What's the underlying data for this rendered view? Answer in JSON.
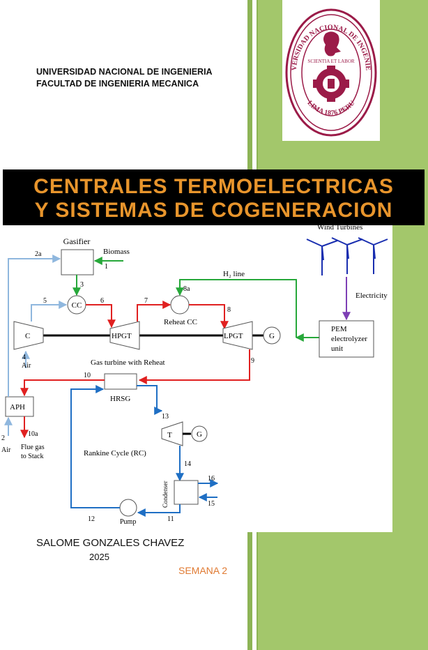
{
  "header": {
    "university": "UNIVERSIDAD NACIONAL DE INGENIERIA",
    "faculty": "FACULTAD DE INGENIERIA MECANICA"
  },
  "logo": {
    "ring_top": "UNIVERSIDAD NACIONAL DE INGENIERIA",
    "ring_bottom": "LIMA 1876 PERU",
    "motto": "SCIENTIA ET LABOR",
    "color": "#9b1b48"
  },
  "title": {
    "line1": "CENTRALES TERMOELECTRICAS",
    "line2": "Y SISTEMAS DE COGENERACION",
    "color": "#e8952c"
  },
  "diagram": {
    "gasifier": "Gasifier",
    "biomass": "Biomass",
    "wind_turbines": "Wind Turbines",
    "h2_line": "H₂ line",
    "electricity": "Electricity",
    "pem_line1": "PEM",
    "pem_line2": "electrolyzer",
    "pem_line3": "unit",
    "cc": "CC",
    "reheat_cc": "Reheat CC",
    "compressor": "C",
    "hpgt": "HPGT",
    "lpgt": "LPGT",
    "generator": "G",
    "air": "Air",
    "gas_turbine_reheat": "Gas turbine with Reheat",
    "aph": "APH",
    "hrsg": "HRSG",
    "flue_gas_line1": "Flue gas",
    "flue_gas_line2": "to Stack",
    "turbine": "T",
    "rankine": "Rankine Cycle (RC)",
    "condenser": "Condenser",
    "pump": "Pump",
    "streams": {
      "s1": "1",
      "s2": "2",
      "s2a": "2a",
      "s3": "3",
      "s4": "4",
      "s5": "5",
      "s6": "6",
      "s7": "7",
      "s8": "8",
      "s8a": "8a",
      "s9": "9",
      "s10": "10",
      "s10a": "10a",
      "s11": "11",
      "s12": "12",
      "s13": "13",
      "s14": "14",
      "s15": "15",
      "s16": "16"
    }
  },
  "footer": {
    "author": "SALOME GONZALES CHAVEZ",
    "year": "2025",
    "week": "SEMANA 2"
  }
}
